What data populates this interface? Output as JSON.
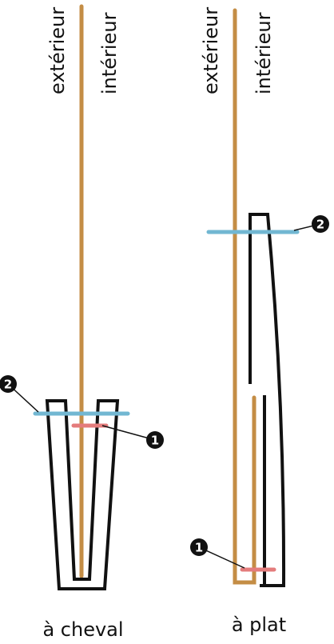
{
  "labels": {
    "exterieur": "extérieur",
    "interieur": "intérieur"
  },
  "captions": {
    "left": "à cheval",
    "right": "à plat"
  },
  "markers": {
    "one": "1",
    "two": "2"
  },
  "colors": {
    "rod": "#c48d45",
    "blue_line": "#72b7d2",
    "red_line": "#e47c7c",
    "outline": "#111111",
    "badge": "#111111"
  }
}
